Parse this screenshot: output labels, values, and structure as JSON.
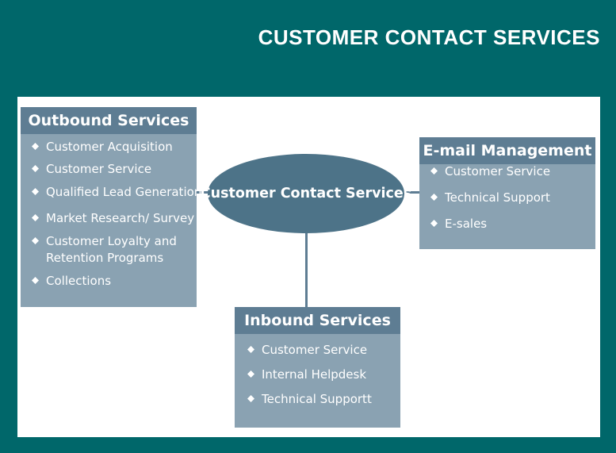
{
  "title": "CUSTOMER CONTACT SERVICES",
  "hub": {
    "label": "Customer Contact Services"
  },
  "outbound": {
    "heading": "Outbound Services",
    "items": [
      "Customer Acquisition",
      "Customer Service",
      "Qualified Lead Generation",
      "Market Research/ Survey",
      "Customer Loyalty and",
      "Retention Programs",
      "Collections"
    ]
  },
  "email": {
    "heading": "E-mail Management",
    "items": [
      "Customer Service",
      "Technical Support",
      "E-sales"
    ]
  },
  "inbound": {
    "heading": "Inbound Services",
    "items": [
      "Customer Service",
      "Internal Helpdesk",
      "Technical Supportt"
    ]
  },
  "colors": {
    "background": "#00676a",
    "box_body": "#8aa2b2",
    "box_header": "#5e7d93",
    "hub": "#4d7388"
  },
  "bullet_icon": "diamond-bullet-icon"
}
